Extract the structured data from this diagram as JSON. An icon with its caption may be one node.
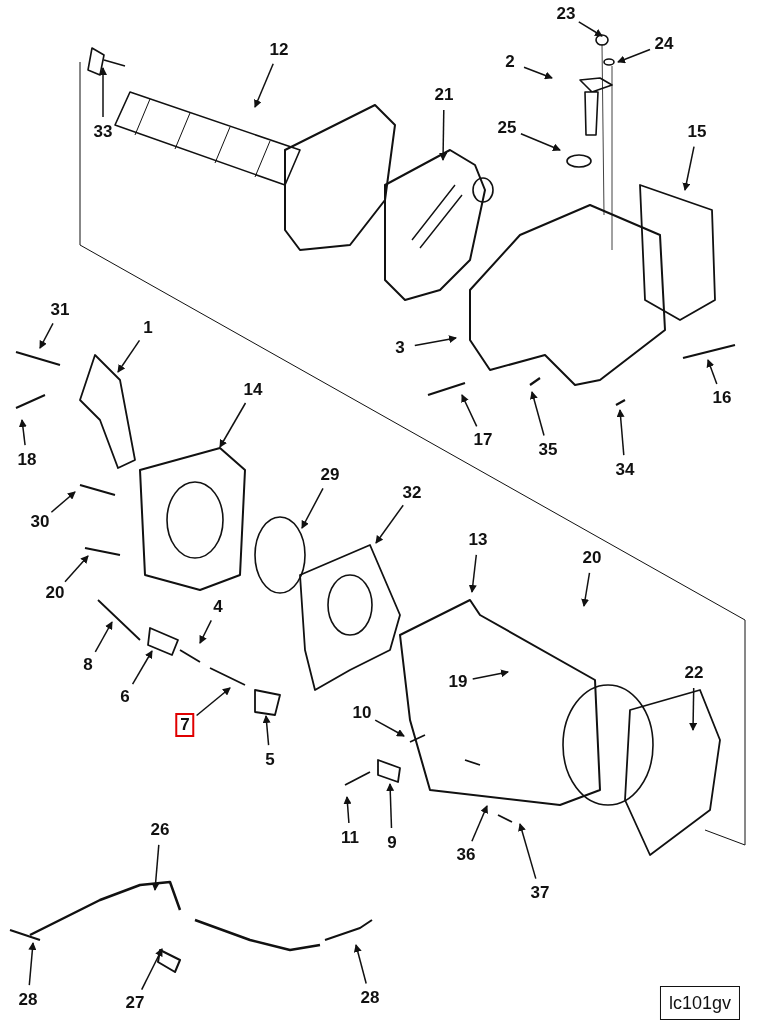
{
  "diagram": {
    "nodes": [
      {
        "text": [
          "23"
        ]
      },
      {
        "text": [
          "24"
        ]
      },
      {
        "text": [
          "12"
        ]
      },
      {
        "text": [
          "2"
        ]
      },
      {
        "text": [
          "21"
        ]
      },
      {
        "text": [
          "25"
        ]
      },
      {
        "text": [
          "15"
        ]
      },
      {
        "text": [
          "33"
        ]
      },
      {
        "text": [
          "31"
        ]
      },
      {
        "text": [
          "1"
        ]
      },
      {
        "text": [
          "3"
        ]
      },
      {
        "text": [
          "16"
        ]
      },
      {
        "text": [
          "14"
        ]
      },
      {
        "text": [
          "17"
        ]
      },
      {
        "text": [
          "35"
        ]
      },
      {
        "text": [
          "18"
        ]
      },
      {
        "text": [
          "34"
        ]
      },
      {
        "text": [
          "29"
        ]
      },
      {
        "text": [
          "32"
        ]
      },
      {
        "text": [
          "30"
        ]
      },
      {
        "text": [
          "13"
        ]
      },
      {
        "text": [
          "20"
        ]
      },
      {
        "text": [
          "20"
        ]
      },
      {
        "text": [
          "4"
        ]
      },
      {
        "text": [
          "8"
        ]
      },
      {
        "text": [
          "22"
        ]
      },
      {
        "text": [
          "19"
        ]
      },
      {
        "text": [
          "6"
        ]
      },
      {
        "text": [
          "10"
        ]
      },
      {
        "text": [
          "7"
        ]
      },
      {
        "text": [
          "5"
        ]
      },
      {
        "text": [
          "26"
        ]
      },
      {
        "text": [
          "11"
        ]
      },
      {
        "text": [
          "9"
        ]
      },
      {
        "text": [
          "36"
        ]
      },
      {
        "text": [
          "37"
        ]
      },
      {
        "text": [
          "28"
        ]
      },
      {
        "text": [
          "28"
        ]
      },
      {
        "text": [
          "27"
        ]
      },
      {
        "text": [
          "lc101gv"
        ]
      }
    ],
    "edges": [
      {
        "from": 0,
        "to": null,
        "arrow": "to"
      },
      {
        "from": 1,
        "to": null,
        "arrow": "to"
      },
      {
        "from": 2,
        "to": null,
        "arrow": "to"
      },
      {
        "from": 3,
        "to": null,
        "arrow": "to"
      },
      {
        "from": 4,
        "to": null,
        "arrow": "to"
      },
      {
        "from": 5,
        "to": null,
        "arrow": "to"
      },
      {
        "from": 6,
        "to": null,
        "arrow": "to"
      },
      {
        "from": 7,
        "to": null,
        "arrow": "to"
      },
      {
        "from": 8,
        "to": null,
        "arrow": "to"
      },
      {
        "from": 9,
        "to": null,
        "arrow": "to"
      },
      {
        "from": 10,
        "to": null,
        "arrow": "to"
      },
      {
        "from": 11,
        "to": null,
        "arrow": "to"
      },
      {
        "from": 12,
        "to": null,
        "arrow": "to"
      },
      {
        "from": 13,
        "to": null,
        "arrow": "to"
      },
      {
        "from": 14,
        "to": null,
        "arrow": "to"
      },
      {
        "from": 15,
        "to": null,
        "arrow": "to"
      },
      {
        "from": 16,
        "to": null,
        "arrow": "to"
      },
      {
        "from": 17,
        "to": null,
        "arrow": "to"
      },
      {
        "from": 18,
        "to": null,
        "arrow": "to"
      },
      {
        "from": 19,
        "to": null,
        "arrow": "to"
      },
      {
        "from": 20,
        "to": null,
        "arrow": "to"
      },
      {
        "from": 21,
        "to": null,
        "arrow": "to"
      },
      {
        "from": 22,
        "to": null,
        "arrow": "to"
      },
      {
        "from": 23,
        "to": null,
        "arrow": "to"
      },
      {
        "from": 24,
        "to": null,
        "arrow": "to"
      },
      {
        "from": 25,
        "to": null,
        "arrow": "to"
      },
      {
        "from": 26,
        "to": null,
        "arrow": "to"
      },
      {
        "from": 27,
        "to": null,
        "arrow": "to"
      },
      {
        "from": 28,
        "to": null,
        "arrow": "to"
      },
      {
        "from": 29,
        "to": null,
        "arrow": "to"
      },
      {
        "from": 30,
        "to": null,
        "arrow": "to"
      },
      {
        "from": 31,
        "to": null,
        "arrow": "to"
      },
      {
        "from": 32,
        "to": null,
        "arrow": "to"
      },
      {
        "from": 33,
        "to": null,
        "arrow": "to"
      },
      {
        "from": 34,
        "to": null,
        "arrow": "to"
      },
      {
        "from": 35,
        "to": null,
        "arrow": "to"
      },
      {
        "from": 36,
        "to": null,
        "arrow": "to"
      },
      {
        "from": 37,
        "to": null,
        "arrow": "to"
      },
      {
        "from": 38,
        "to": null,
        "arrow": "to"
      }
    ]
  }
}
